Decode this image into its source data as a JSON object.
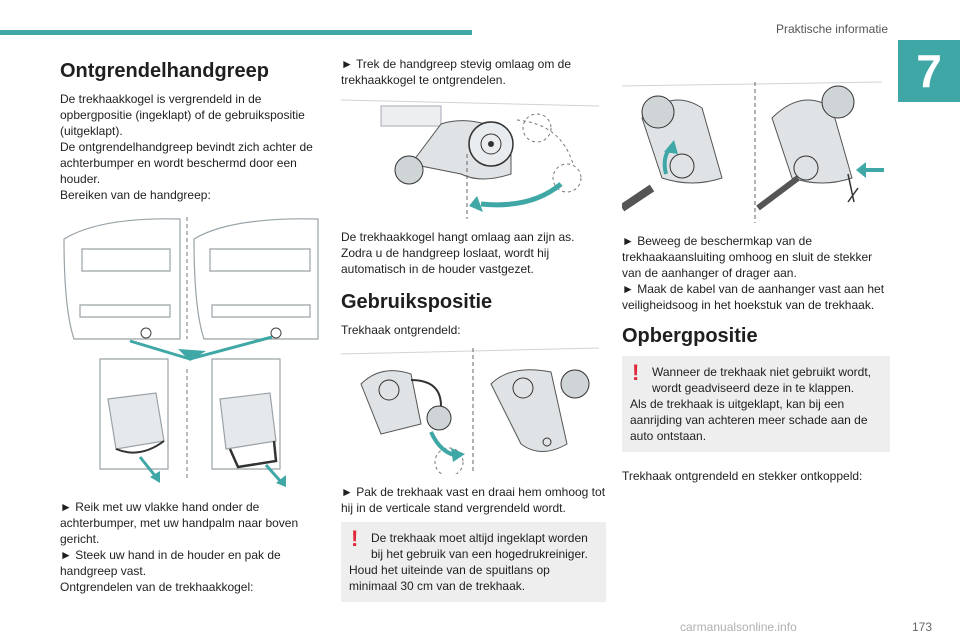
{
  "header": {
    "section": "Praktische informatie",
    "chapter": "7"
  },
  "footer": {
    "page": "173",
    "watermark": "carmanualsonline.info"
  },
  "col1": {
    "title": "Ontgrendelhandgreep",
    "intro": "De trekhaakkogel is vergrendeld in de opbergpositie (ingeklapt) of de gebruikspositie (uitgeklapt).",
    "intro2": "De ontgrendelhandgreep bevindt zich achter de achterbumper en wordt beschermd door een houder.",
    "intro3": "Bereiken van de handgreep:",
    "step1": "► Reik met uw vlakke hand onder de achterbumper, met uw handpalm naar boven gericht.",
    "step2": "► Steek uw hand in de houder en pak de handgreep vast.",
    "outro": "Ontgrendelen van de trekhaakkogel:"
  },
  "col2": {
    "step1": "► Trek de handgreep stevig omlaag om de trekhaakkogel te ontgrendelen.",
    "text1": "De trekhaakkogel hangt omlaag aan zijn as. Zodra u de handgreep loslaat, wordt hij automatisch in de houder vastgezet.",
    "title": "Gebruikspositie",
    "sub": "Trekhaak ontgrendeld:",
    "step2": "► Pak de trekhaak vast en draai hem omhoog tot hij in de verticale stand vergrendeld wordt.",
    "warn_lead": "De trekhaak moet altijd ingeklapt worden bij het gebruik van een hogedrukreiniger.",
    "warn_rest": "Houd het uiteinde van de spuitlans op minimaal 30 cm van de trekhaak."
  },
  "col3": {
    "step1": "► Beweeg de beschermkap van de trekhaakaansluiting omhoog en sluit de stekker van de aanhanger of drager aan.",
    "step2": "► Maak de kabel van de aanhanger vast aan het veiligheidsoog in het hoekstuk van de trekhaak.",
    "title": "Opbergpositie",
    "warn_lead": "Wanneer de trekhaak niet gebruikt wordt, wordt geadviseerd deze in te klappen.",
    "warn_rest": "Als de trekhaak is uitgeklapt, kan bij een aanrijding van achteren meer schade aan de auto ontstaan.",
    "outro": "Trekhaak ontgrendeld en stekker ontkoppeld:"
  },
  "colors": {
    "accent": "#3fa7a6",
    "warning": "#e0283a",
    "box": "#eeeeee"
  }
}
